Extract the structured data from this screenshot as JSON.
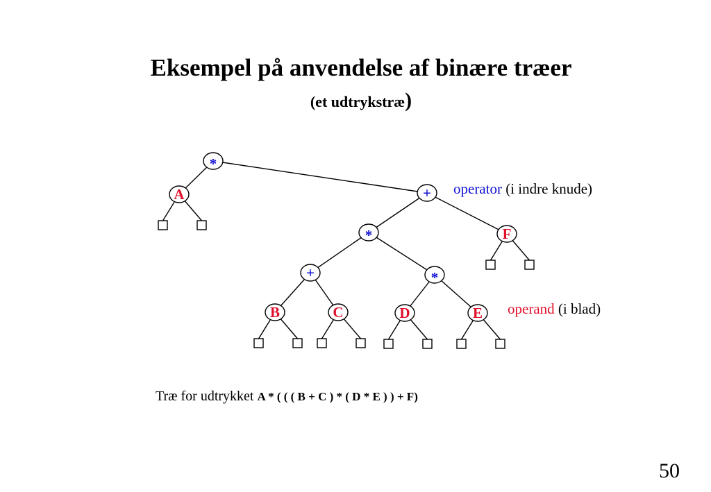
{
  "slide": {
    "title": "Eksempel på anvendelse af binære træer",
    "subtitle": "(et udtrykstræ",
    "subtitle_close": ")",
    "caption_prefix": "Træ for udtrykket ",
    "caption_expression": "A * ( ( ( B + C ) * ( D * E ) ) + F)",
    "page_number": "50"
  },
  "colors": {
    "operator": "#1010d0",
    "operand": "#e0102a",
    "line": "#000000"
  },
  "annotations": {
    "operator_word": "operator",
    "operator_rest": " (i indre knude)",
    "operand_word": "operand",
    "operand_rest": " (i blad)"
  },
  "tree": {
    "nodes": [
      {
        "id": "root",
        "label": "*",
        "kind": "operator"
      },
      {
        "id": "A",
        "label": "A",
        "kind": "operand"
      },
      {
        "id": "plus1",
        "label": "+",
        "kind": "operator"
      },
      {
        "id": "mul2",
        "label": "*",
        "kind": "operator"
      },
      {
        "id": "F",
        "label": "F",
        "kind": "operand"
      },
      {
        "id": "plus2",
        "label": "+",
        "kind": "operator"
      },
      {
        "id": "mul3",
        "label": "*",
        "kind": "operator"
      },
      {
        "id": "B",
        "label": "B",
        "kind": "operand"
      },
      {
        "id": "C",
        "label": "C",
        "kind": "operand"
      },
      {
        "id": "D",
        "label": "D",
        "kind": "operand"
      },
      {
        "id": "E",
        "label": "E",
        "kind": "operand"
      }
    ],
    "edges": [
      [
        "root",
        "A"
      ],
      [
        "root",
        "plus1"
      ],
      [
        "plus1",
        "mul2"
      ],
      [
        "plus1",
        "F"
      ],
      [
        "mul2",
        "plus2"
      ],
      [
        "mul2",
        "mul3"
      ],
      [
        "plus2",
        "B"
      ],
      [
        "plus2",
        "C"
      ],
      [
        "mul3",
        "D"
      ],
      [
        "mul3",
        "E"
      ]
    ],
    "leaf_parents": [
      "A",
      "F",
      "B",
      "C",
      "D",
      "E"
    ]
  }
}
